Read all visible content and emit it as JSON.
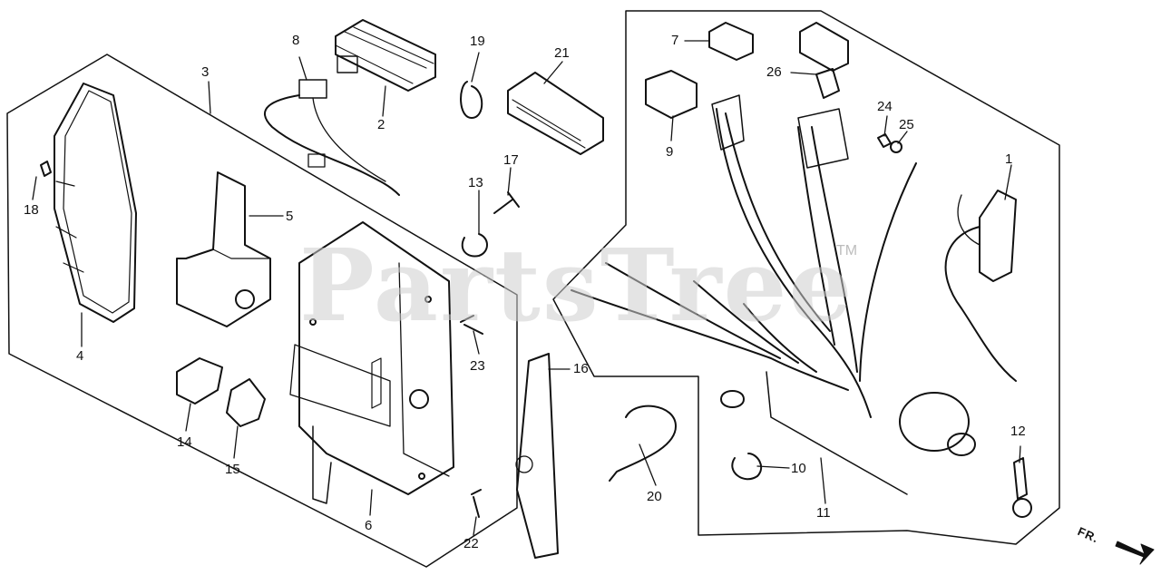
{
  "watermark": {
    "brand": "PartsTree",
    "mark": "TM"
  },
  "direction_label": "FR.",
  "callouts": [
    "1",
    "2",
    "3",
    "4",
    "5",
    "6",
    "7",
    "8",
    "9",
    "10",
    "11",
    "12",
    "13",
    "14",
    "15",
    "16",
    "17",
    "18",
    "19",
    "20",
    "21",
    "22",
    "23",
    "24",
    "25",
    "26"
  ]
}
